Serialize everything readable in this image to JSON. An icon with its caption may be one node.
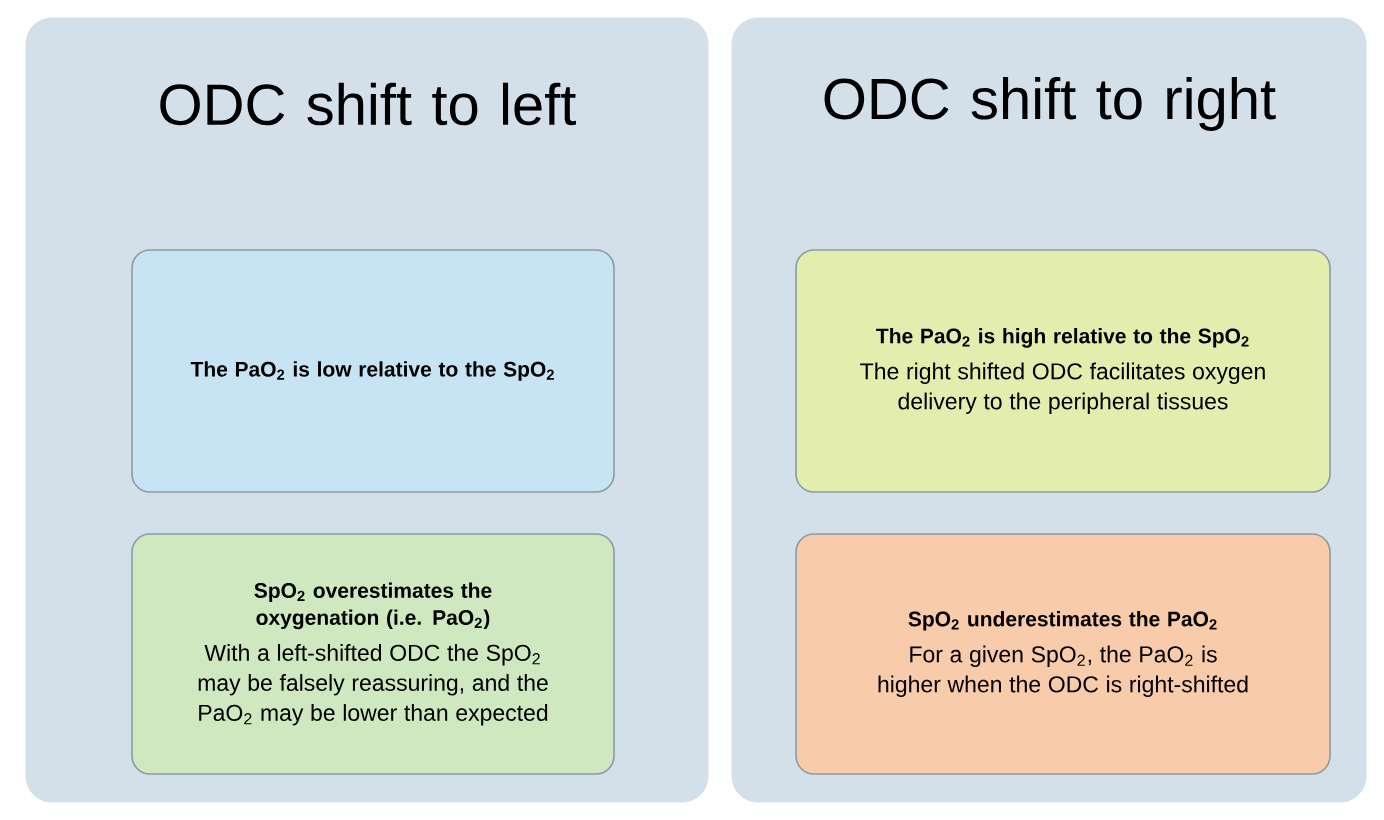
{
  "diagram": {
    "nodes": [
      {
        "text": [
          "ODC shift to left"
        ]
      },
      {
        "text": [
          "The PaO$_{2}$ is low relative to the SpO$_{2}$"
        ],
        "in": 0
      },
      {
        "text": [
          "SpO$_{2}$ overestimates the oxygenation (i.e. PaO$_{2}$)",
          "With a left-shifted ODC the SpO$_{2}$ may be falsely reassuring, and the PaO$_{2}$ may be lower than expected"
        ],
        "in": 0
      },
      {
        "text": [
          "ODC shift to right"
        ]
      },
      {
        "text": [
          "The PaO$_{2}$ is high relative to the SpO$_{2}$",
          "The right shifted ODC facilitates oxygen delivery to the peripheral tissues"
        ],
        "in": 3
      },
      {
        "text": [
          "SpO$_{2}$ underestimates the PaO$_{2}$",
          "For a given SpO$_{2}$, the PaO$_{2}$ is higher when the ODC is right-shifted"
        ],
        "in": 3
      }
    ],
    "edges": []
  }
}
